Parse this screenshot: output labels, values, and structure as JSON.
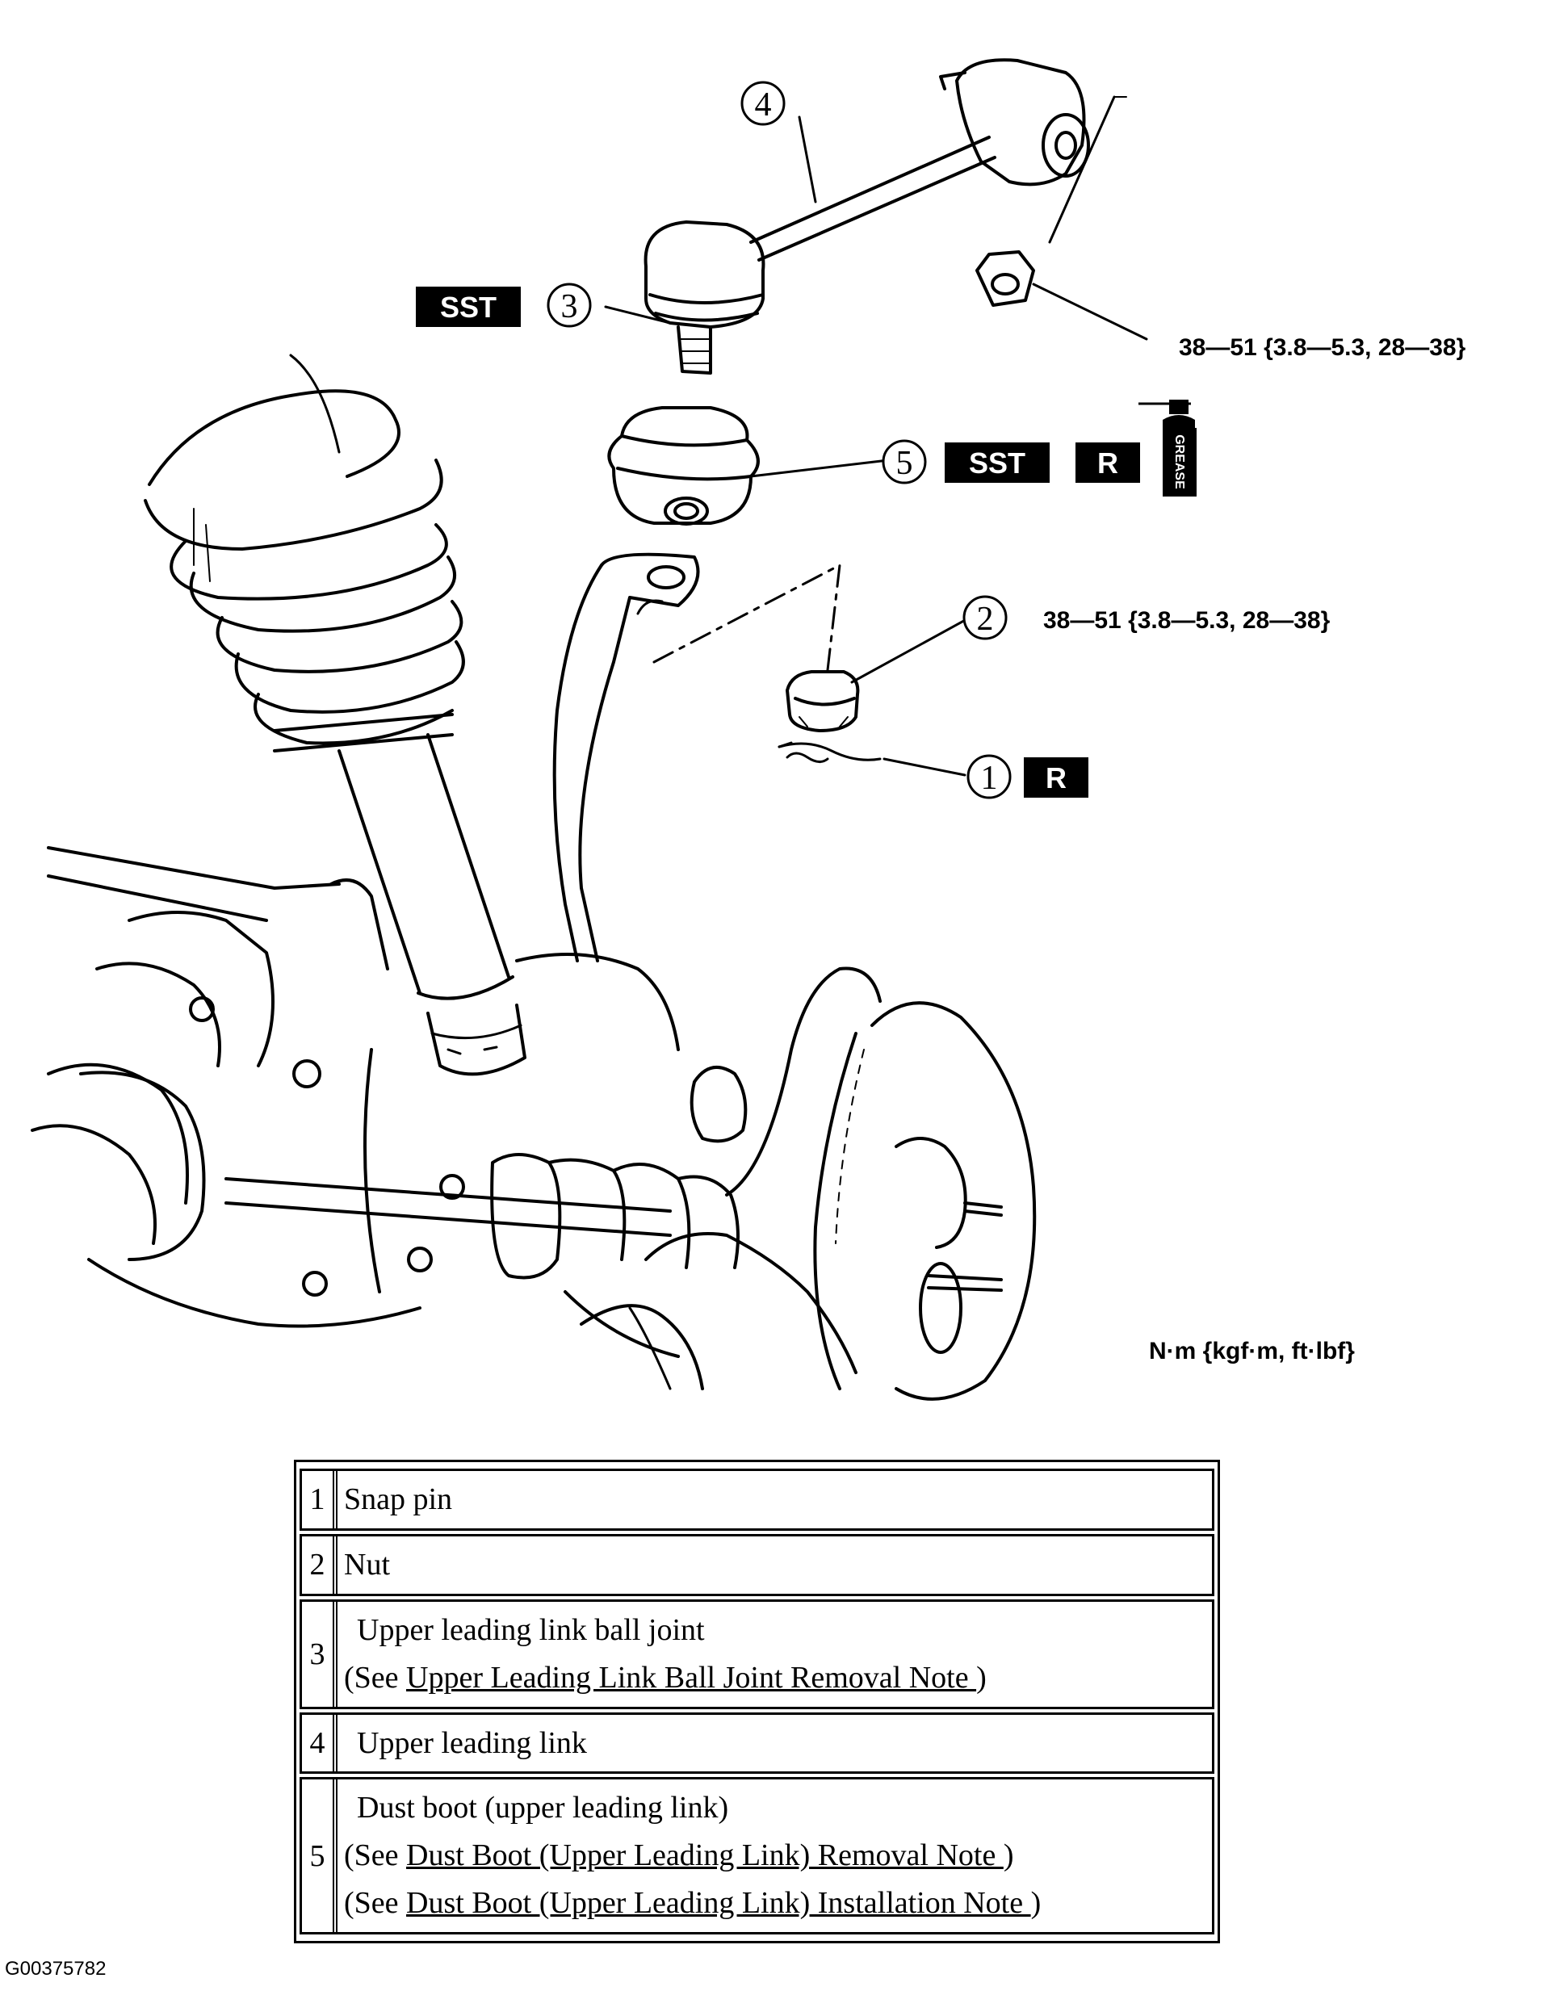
{
  "callouts": {
    "c1": "1",
    "c2": "2",
    "c3": "3",
    "c4": "4",
    "c5": "5"
  },
  "badges": {
    "sst_a": "SST",
    "sst_b": "SST",
    "r_a": "R",
    "r_b": "R",
    "grease": "GREASE"
  },
  "torque": {
    "upper": "38—51 {3.8—5.3, 28—38}",
    "middle": "38—51 {3.8—5.3, 28—38}",
    "units": "N·m {kgf·m, ft·lbf}"
  },
  "parts": [
    {
      "num": "1",
      "name": "Snap pin"
    },
    {
      "num": "2",
      "name": "Nut"
    },
    {
      "num": "3",
      "name": "Upper leading link ball joint",
      "note_prefix": "(See ",
      "note_link": "Upper Leading Link Ball Joint Removal Note ",
      "note_suffix": ")"
    },
    {
      "num": "4",
      "name": "Upper leading link"
    },
    {
      "num": "5",
      "name": "Dust boot (upper leading link)",
      "note_prefix": "(See ",
      "note_link": "Dust Boot (Upper Leading Link) Removal Note ",
      "note_suffix": ")",
      "note2_prefix": "(See ",
      "note2_link": "Dust Boot (Upper Leading Link) Installation Note ",
      "note2_suffix": ")"
    }
  ],
  "figure_id": "G00375782"
}
